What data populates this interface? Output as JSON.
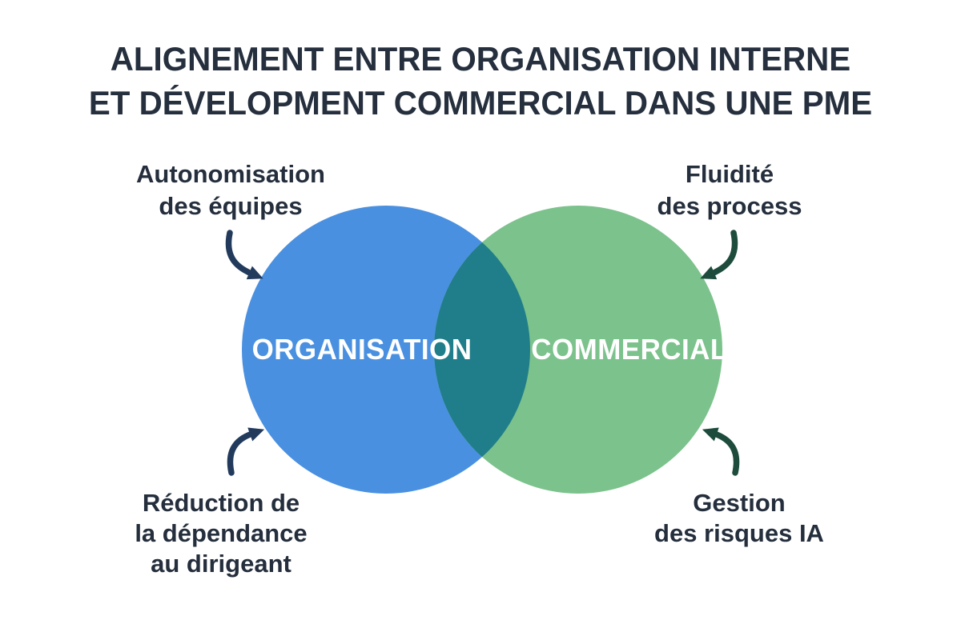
{
  "title": {
    "line1": "ALIGNEMENT ENTRE ORGANISATION INTERNE",
    "line2": "ET DÉVELOPMENT COMMERCIAL DANS UNE PME"
  },
  "venn": {
    "left_circle": {
      "label": "ORGANISATION",
      "color": "#4a90e0"
    },
    "right_circle": {
      "label": "COMMERCIAL",
      "color": "#7cc28c"
    },
    "overlap_color": "#1f7e89"
  },
  "annotations": {
    "top_left": {
      "lines": [
        "Autonomisation",
        "des équipes"
      ],
      "arrow_color": "#223a5c"
    },
    "top_right": {
      "lines": [
        "Fluidité",
        "des process"
      ],
      "arrow_color": "#1d4c3c"
    },
    "bottom_left": {
      "lines": [
        "Réduction de",
        "la dépendance",
        "au dirigeant"
      ],
      "arrow_color": "#223a5c"
    },
    "bottom_right": {
      "lines": [
        "Gestion",
        "des risques IA"
      ],
      "arrow_color": "#1d4c3c"
    }
  },
  "colors": {
    "background": "#ffffff",
    "title_text": "#252f3d",
    "note_text": "#242e3c",
    "circle_label_text": "#ffffff"
  }
}
